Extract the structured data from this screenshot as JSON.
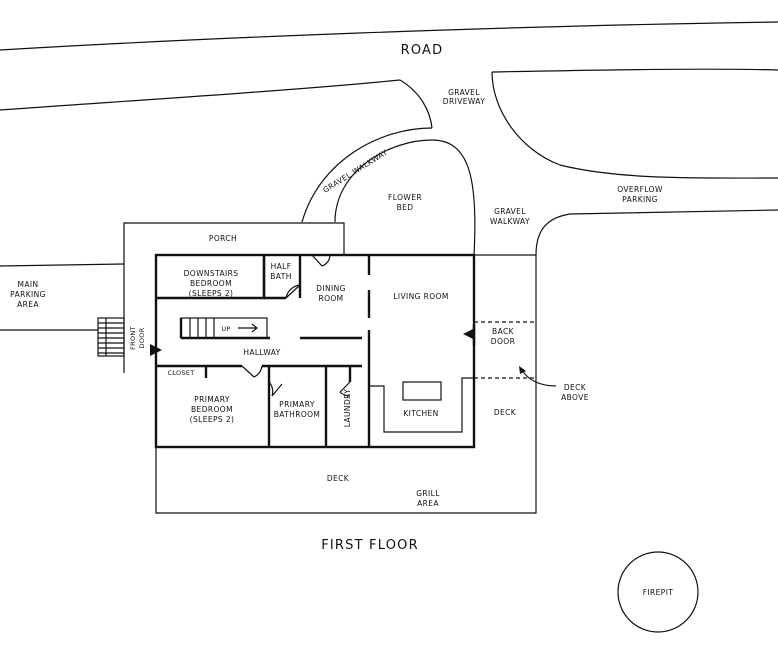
{
  "diagram": {
    "road": "ROAD",
    "gravel_driveway": [
      "GRAVEL",
      "DRIVEWAY"
    ],
    "gravel_walkway_curved": "GRAVEL WALKWAY",
    "flower_bed": [
      "FLOWER",
      "BED"
    ],
    "gravel_walkway_right": [
      "GRAVEL",
      "WALKWAY"
    ],
    "overflow_parking": [
      "OVERFLOW",
      "PARKING"
    ],
    "main_parking": [
      "MAIN",
      "PARKING",
      "AREA"
    ],
    "porch": "PORCH",
    "downstairs_bedroom": [
      "DOWNSTAIRS",
      "BEDROOM",
      "(SLEEPS 2)"
    ],
    "half_bath": [
      "HALF",
      "BATH"
    ],
    "dining_room": [
      "DINING",
      "ROOM"
    ],
    "living_room": "LIVING ROOM",
    "stairs_up": "UP",
    "hallway": "HALLWAY",
    "front_door": [
      "FRONT",
      "DOOR"
    ],
    "back_door": [
      "BACK",
      "DOOR"
    ],
    "closet": "CLOSET",
    "primary_bedroom": [
      "PRIMARY",
      "BEDROOM",
      "(SLEEPS 2)"
    ],
    "primary_bathroom": [
      "PRIMARY",
      "BATHROOM"
    ],
    "laundry": "LAUNDRY",
    "kitchen": "KITCHEN",
    "deck_right": "DECK",
    "deck_above": [
      "DECK",
      "ABOVE"
    ],
    "deck_bottom": "DECK",
    "grill_area": [
      "GRILL",
      "AREA"
    ],
    "floor_title": "FIRST FLOOR",
    "firepit": "FIREPIT"
  }
}
